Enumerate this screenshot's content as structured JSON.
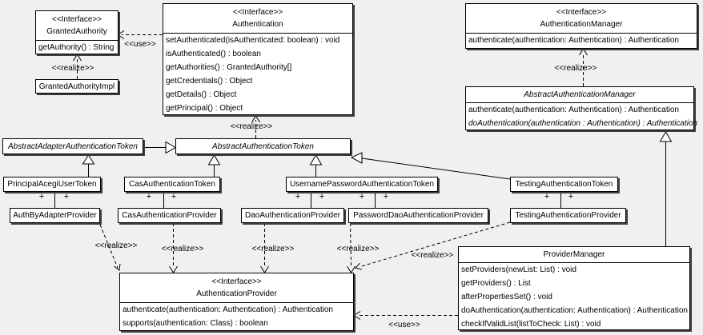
{
  "colors": {
    "background": "#f0f0f0",
    "box_fill": "#ffffff",
    "box_border": "#000000",
    "box_shadow": "#3f3f3f",
    "line": "#000000"
  },
  "labels": {
    "use": "<<use>>",
    "realize": "<<realize>>",
    "plus": "+"
  },
  "classes": {
    "grantedAuthority": {
      "stereotype": "<<Interface>>",
      "name": "GrantedAuthority",
      "methods": [
        "getAuthority() : String"
      ]
    },
    "authentication": {
      "stereotype": "<<Interface>>",
      "name": "Authentication",
      "methods": [
        "setAuthenticated(isAuthenticated: boolean) : void",
        "isAuthenticated() : boolean",
        "getAuthorities() : GrantedAuthority[]",
        "getCredentials() : Object",
        "getDetails() : Object",
        "getPrincipal() : Object"
      ]
    },
    "authenticationManager": {
      "stereotype": "<<Interface>>",
      "name": "AuthenticationManager",
      "methods": [
        "authenticate(authentication: Authentication) : Authentication"
      ]
    },
    "grantedAuthorityImpl": {
      "name": "GrantedAuthorityImpl"
    },
    "abstractAuthenticationManager": {
      "name": "AbstractAuthenticationManager",
      "methods": [
        "authenticate(authentication: Authentication) : Authentication",
        "doAuthentication(authentication : Authentication) : Authentication"
      ]
    },
    "abstractAdapterAuthenticationToken": {
      "name": "AbstractAdapterAuthenticationToken"
    },
    "abstractAuthenticationToken": {
      "name": "AbstractAuthenticationToken"
    },
    "principalAcegiUserToken": {
      "name": "PrincipalAcegiUserToken"
    },
    "casAuthenticationToken": {
      "name": "CasAuthenticationToken"
    },
    "usernamePasswordAuthenticationToken": {
      "name": "UsernamePasswordAuthenticationToken"
    },
    "testingAuthenticationToken": {
      "name": "TestingAuthenticationToken"
    },
    "authByAdapterProvider": {
      "name": "AuthByAdapterProvider"
    },
    "casAuthenticationProvider": {
      "name": "CasAuthenticationProvider"
    },
    "daoAuthenticationProvider": {
      "name": "DaoAuthenticationProvider"
    },
    "passwordDaoAuthenticationProvider": {
      "name": "PasswordDaoAuthenticationProvider"
    },
    "testingAuthenticationProvider": {
      "name": "TestingAuthenticationProvider"
    },
    "authenticationProvider": {
      "stereotype": "<<Interface>>",
      "name": "AuthenticationProvider",
      "methods": [
        "authenticate(authentication: Authentication) : Authentication",
        "supports(authentication: Class) : boolean"
      ]
    },
    "providerManager": {
      "name": "ProviderManager",
      "methods": [
        "setProviders(newList: List) : void",
        "getProviders() : List",
        "afterPropertiesSet() : void",
        "doAuthentication(authentication: Authentication) : Authentication",
        "checkIfValidList(listToCheck: List) : void"
      ]
    }
  }
}
